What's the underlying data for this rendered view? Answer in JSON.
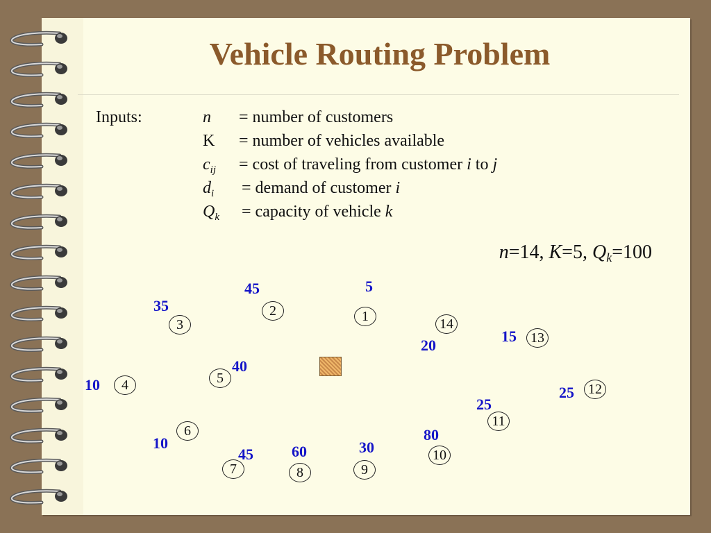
{
  "slide": {
    "title": "Vehicle Routing Problem",
    "inputs_label": "Inputs:",
    "definitions": [
      {
        "symbol": "n",
        "subscript": "",
        "text": "= number of customers"
      },
      {
        "symbol": "K",
        "subscript": "",
        "text": "= number of vehicles available"
      },
      {
        "symbol": "c",
        "subscript": "ij",
        "text_a": "= cost of traveling from customer ",
        "var_i": "i",
        "text_b": " to ",
        "var_j": "j"
      },
      {
        "symbol": "d",
        "subscript": "i",
        "text": "= demand of customer ",
        "var": "i"
      },
      {
        "symbol": "Q",
        "subscript": "k",
        "text": "= capacity of vehicle ",
        "var": "k"
      }
    ],
    "parameters": {
      "n_sym": "n",
      "n_val": "=14,",
      "K_sym": "K",
      "K_val": "=5,",
      "Q_sym": "Q",
      "Q_sub": "k",
      "Q_val": "=100"
    }
  },
  "customers": [
    {
      "id": "1",
      "demand": "5"
    },
    {
      "id": "2",
      "demand": "45"
    },
    {
      "id": "3",
      "demand": "35"
    },
    {
      "id": "4",
      "demand": "10"
    },
    {
      "id": "5",
      "demand": "40"
    },
    {
      "id": "6",
      "demand": "10"
    },
    {
      "id": "7",
      "demand": "45"
    },
    {
      "id": "8",
      "demand": "60"
    },
    {
      "id": "9",
      "demand": "30"
    },
    {
      "id": "10",
      "demand": "80"
    },
    {
      "id": "11",
      "demand": "25"
    },
    {
      "id": "12",
      "demand": "25"
    },
    {
      "id": "13",
      "demand": "15"
    },
    {
      "id": "14",
      "demand": "20"
    }
  ],
  "colors": {
    "title": "#8b5a2b",
    "demand": "#1515c8",
    "page": "#fdfce6",
    "background": "#8a7256"
  },
  "icons": {
    "binding": "spiral-binding-ring",
    "depot": "hatched-square-depot"
  }
}
